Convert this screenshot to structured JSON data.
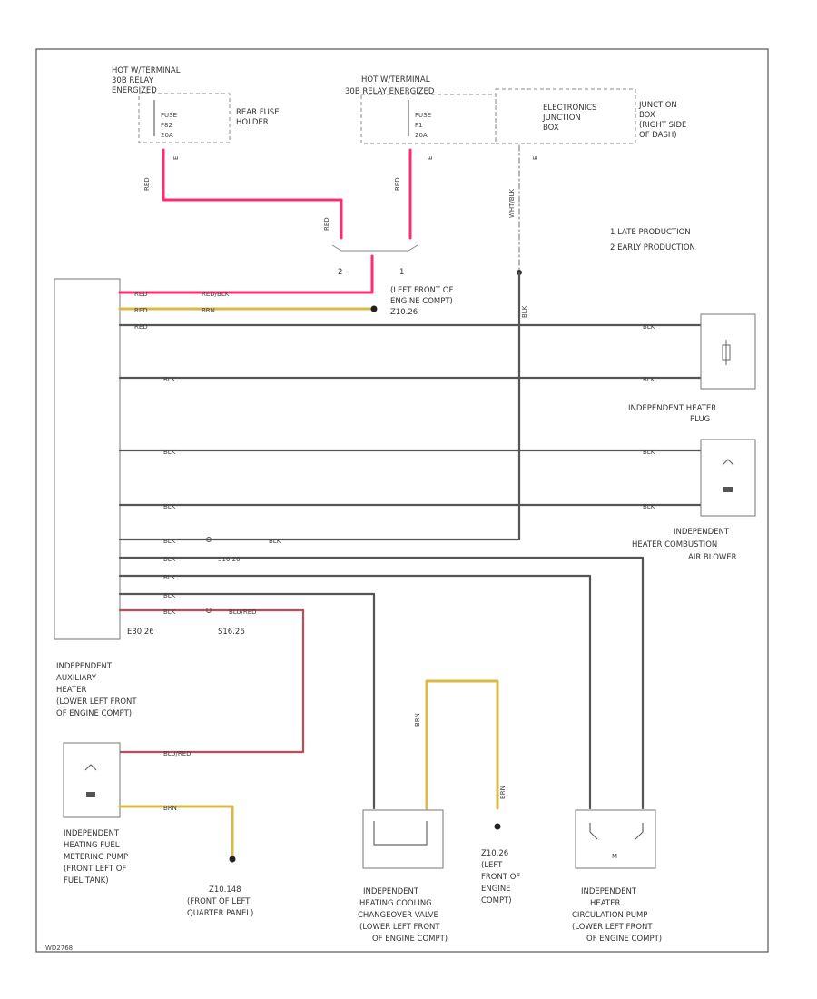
{
  "labels": {
    "hot_left": [
      "HOT W/TERMINAL",
      "30B RELAY",
      "ENERGIZED"
    ],
    "fuse_left": [
      "FUSE",
      "F82",
      "20A"
    ],
    "rear_fuse": [
      "REAR FUSE",
      "HOLDER"
    ],
    "hot_right": [
      "HOT W/TERMINAL",
      "30B RELAY ENERGIZED"
    ],
    "fuse_right": [
      "FUSE",
      "F1",
      "20A"
    ],
    "ejb": [
      "ELECTRONICS",
      "JUNCTION",
      "BOX"
    ],
    "jb": [
      "JUNCTION",
      "BOX",
      "(RIGHT SIDE",
      "OF DASH)"
    ],
    "notes": [
      "1  LATE PRODUCTION",
      "2  EARLY PRODUCTION"
    ],
    "splice_num_1": "2",
    "splice_num_2": "1",
    "ground_z": [
      "(LEFT FRONT OF",
      "ENGINE COMPT)",
      "Z10.26"
    ],
    "heater_plug": [
      "INDEPENDENT HEATER",
      "PLUG"
    ],
    "blower": [
      "INDEPENDENT",
      "HEATER COMBUSTION",
      "AIR BLOWER"
    ],
    "aux_heater": [
      "INDEPENDENT",
      "AUXILIARY",
      "HEATER",
      "(LOWER LEFT FRONT",
      "OF ENGINE COMPT)"
    ],
    "fuel_pump": [
      "INDEPENDENT",
      "HEATING FUEL",
      "METERING PUMP",
      "(FRONT LEFT OF",
      "FUEL TANK)"
    ],
    "ground_148": [
      "Z10.148",
      "(FRONT OF LEFT",
      "QUARTER PANEL)"
    ],
    "valve": [
      "INDEPENDENT",
      "HEATING COOLING",
      "CHANGEOVER VALVE",
      "(LOWER LEFT FRONT",
      "OF ENGINE COMPT)"
    ],
    "ground_bottom": [
      "Z10.26",
      "(LEFT",
      "FRONT OF",
      "ENGINE",
      "COMPT)"
    ],
    "circ_pump": [
      "INDEPENDENT",
      "HEATER",
      "CIRCULATION PUMP",
      "(LOWER LEFT FRONT",
      "OF ENGINE COMPT)"
    ],
    "conn_e30": "E30.26",
    "conn_s16": "S16.26",
    "page_code": "WD2768"
  },
  "wire_tags": {
    "red": "RED",
    "red_blk": "RED/BLK",
    "brn": "BRN",
    "blk": "BLK",
    "wht_blk": "WHT/BLK",
    "blu_red": "BLU/RED",
    "brn_v": "BRN",
    "s16_top": "S16.26"
  },
  "colors": {
    "red_wire": "#ff2d6f",
    "yellow_wire": "#d9b94a",
    "dark_wire": "#555555",
    "brown_red_wire": "#c14a55"
  }
}
